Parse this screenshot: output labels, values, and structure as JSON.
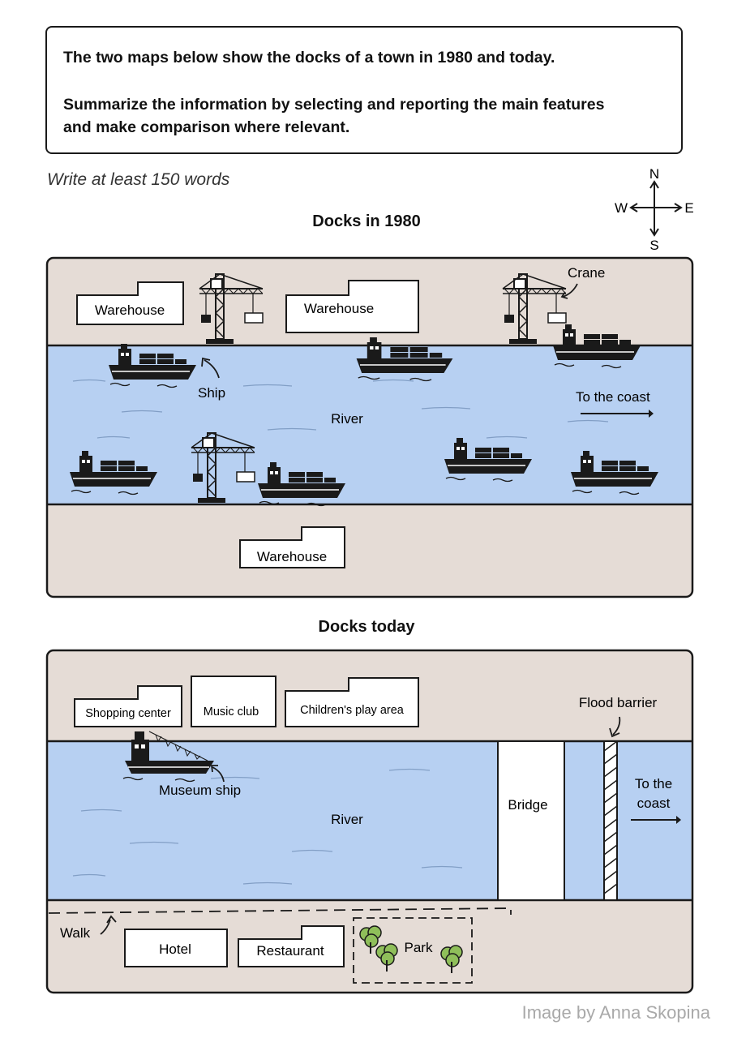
{
  "prompt": {
    "line1": "The two maps below show the docks of a town in 1980 and today.",
    "line2": "Summarize the information by selecting and reporting the main features",
    "line3": "and make comparison where relevant."
  },
  "instruction": "Write at least 150 words",
  "compass": {
    "n": "N",
    "s": "S",
    "e": "E",
    "w": "W"
  },
  "map1980": {
    "title": "Docks in 1980",
    "labels": {
      "warehouse_nw": "Warehouse",
      "warehouse_n": "Warehouse",
      "warehouse_s": "Warehouse",
      "crane": "Crane",
      "ship": "Ship",
      "river": "River",
      "coast": "To the coast"
    }
  },
  "mapToday": {
    "title": "Docks today",
    "labels": {
      "shopping": "Shopping center",
      "music": "Music club",
      "play": "Children's play area",
      "flood": "Flood barrier",
      "museum_ship": "Museum ship",
      "river": "River",
      "bridge": "Bridge",
      "coast1": "To the",
      "coast2": "coast",
      "walk": "Walk",
      "hotel": "Hotel",
      "restaurant": "Restaurant",
      "park": "Park"
    }
  },
  "colors": {
    "land": "#e5dcd6",
    "water": "#b7d0f2",
    "ink": "#1a1a1a",
    "tree": "#8fbf5a"
  },
  "credit": "Image by Anna Skopina"
}
